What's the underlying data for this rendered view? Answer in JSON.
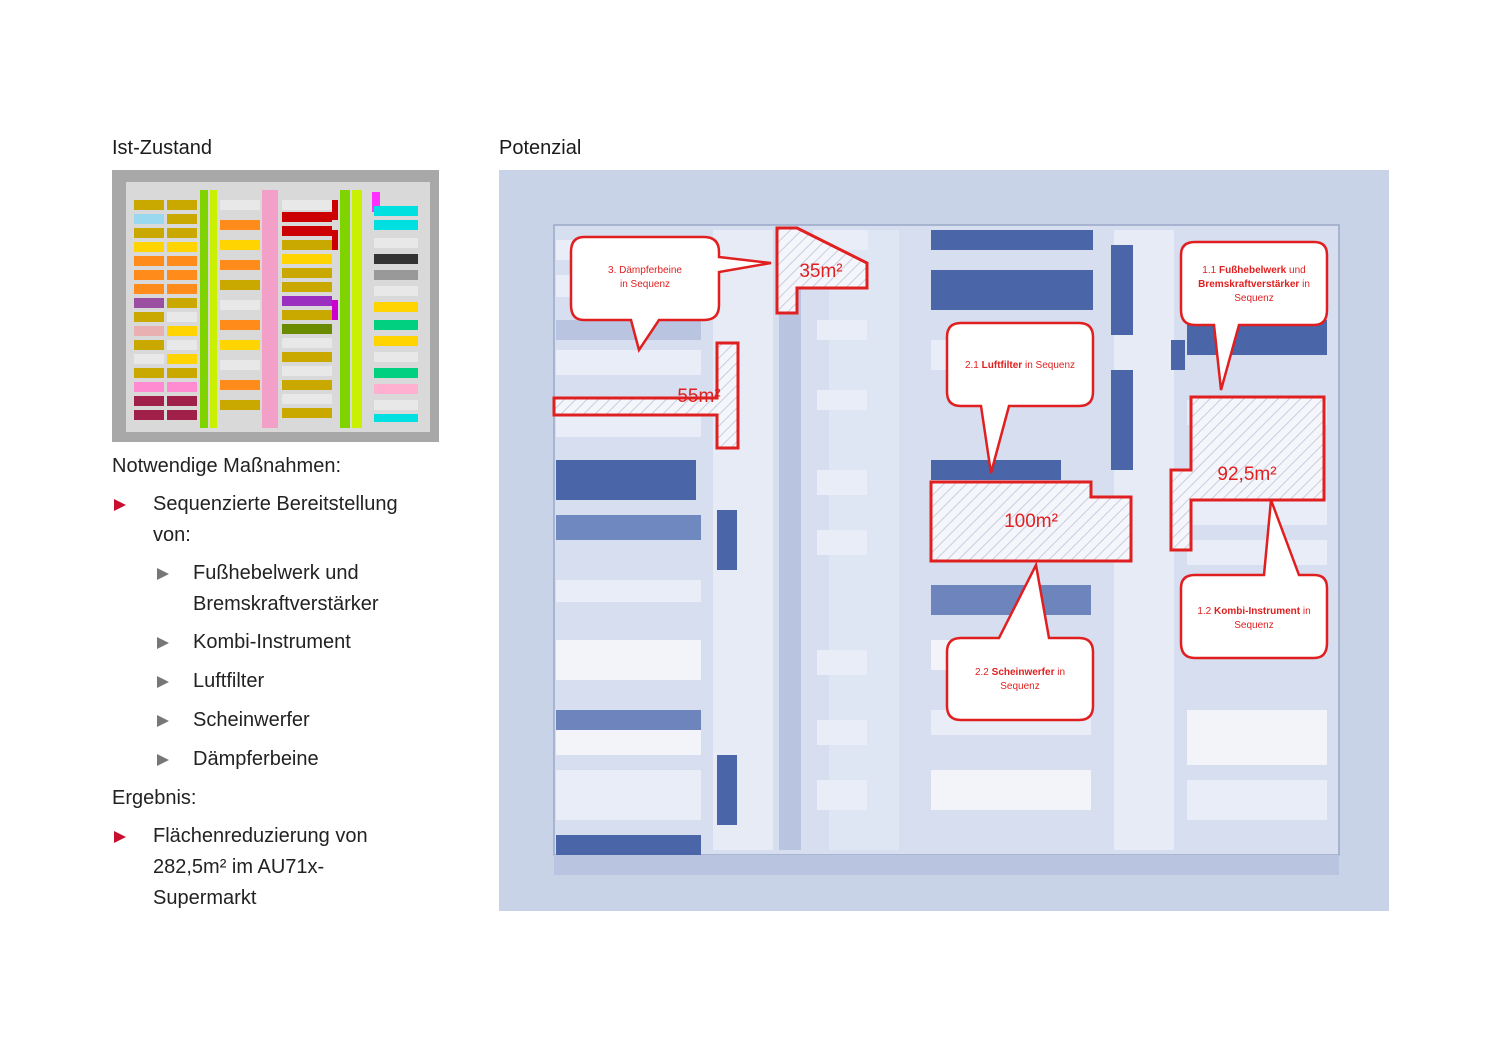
{
  "left_title": "Ist-Zustand",
  "right_title": "Potenzial",
  "massnahmen_heading": "Notwendige Maßnahmen:",
  "massnahmen_bullet": "Sequenzierte Bereitstellung von:",
  "massnahmen_bullet_l1": "Sequenzierte Bereitstellung",
  "massnahmen_bullet_l2": "von:",
  "sub_items": {
    "fusshebelwerk_l1": "Fußhebelwerk und",
    "fusshebelwerk_l2": "Bremskraftverstärker",
    "kombi": "Kombi-Instrument",
    "luftfilter": "Luftfilter",
    "scheinwerfer": "Scheinwerfer",
    "daempferbeine": "Dämpferbeine"
  },
  "ergebnis_heading": "Ergebnis:",
  "ergebnis_l1": "Flächenreduzierung von",
  "ergebnis_l2": "282,5m² im AU71x-",
  "ergebnis_l3": "Supermarkt",
  "areas": {
    "a35": "35m²",
    "a55": "55m²",
    "a100": "100m²",
    "a925": "92,5m²"
  },
  "callouts": {
    "c3_l1": "3. Dämpferbeine",
    "c3_l2": "in Sequenz",
    "c11_pre": "1.1 ",
    "c11_bold1": "Fußhebelwerk",
    "c11_mid": " und",
    "c11_bold2": "Bremskraftverstärker",
    "c11_post": " in",
    "c11_l3": "Sequenz",
    "c21_pre": "2.1 ",
    "c21_bold": "Luftfilter",
    "c21_post": " in Sequenz",
    "c22_pre": "2.2 ",
    "c22_bold": "Scheinwerfer",
    "c22_post": " in",
    "c22_l2": "Sequenz",
    "c12_pre": "1.2 ",
    "c12_bold": "Kombi-Instrument",
    "c12_post": " in",
    "c12_l2": "Sequenz"
  },
  "colors": {
    "red": "#e02020",
    "navy": "#3d5a9e",
    "plan_bg": "#c9d3e8",
    "bullet_red": "#c8102e"
  }
}
